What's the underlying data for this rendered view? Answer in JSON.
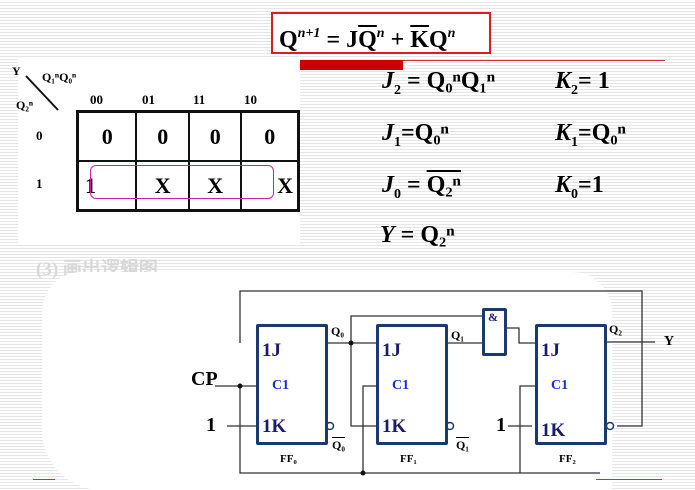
{
  "formula": {
    "lhs": "Q",
    "lhs_sup": "n+1",
    "rhs": "= JQ̄ⁿ + K̄Qⁿ",
    "parts": [
      "= J",
      "Q",
      "n",
      " + ",
      "K",
      "Q",
      "n"
    ]
  },
  "kmap": {
    "output": "Y",
    "col_var": "Q₁ⁿQ₀ⁿ",
    "row_var": "Q₂ⁿ",
    "col_headers": [
      "00",
      "01",
      "11",
      "10"
    ],
    "row_headers": [
      "0",
      "1"
    ],
    "cells": [
      [
        "0",
        "0",
        "0",
        "0"
      ],
      [
        "1",
        "X",
        "X",
        "X"
      ]
    ],
    "group_color": "#cc22aa"
  },
  "equations": {
    "j2": {
      "lhs": "J",
      "sub": "2",
      "rhs": "= Q₀ⁿQ₁ⁿ"
    },
    "k2": {
      "lhs": "K",
      "sub": "2",
      "rhs": "= 1"
    },
    "j1": {
      "lhs": "J",
      "sub": "1",
      "rhs": "=Q₀ⁿ"
    },
    "k1": {
      "lhs": "K",
      "sub": "1",
      "rhs": "=Q₀ⁿ"
    },
    "j0": {
      "lhs": "J",
      "sub": "0",
      "rhs_prefix": "= ",
      "rhs_over": "Q₂ⁿ"
    },
    "k0": {
      "lhs": "K",
      "sub": "0",
      "rhs": "=1"
    },
    "y": {
      "lhs": "Y",
      "rhs": "= Q₂ⁿ"
    }
  },
  "section_title": "(3)  画出逻辑图",
  "circuit": {
    "cp_label": "CP",
    "one_label": "1",
    "y_label": "Y",
    "and_gate": "&",
    "pins": {
      "j": "1J",
      "c": "C1",
      "k": "1K"
    },
    "flipflops": [
      {
        "name": "FF₀",
        "q": "Q₀",
        "qbar": "Q₀"
      },
      {
        "name": "FF₁",
        "q": "Q₁",
        "qbar": "Q₁"
      },
      {
        "name": "FF₂",
        "q": "Q₂",
        "qbar": ""
      }
    ],
    "wire_color": "#333333",
    "box_color": "#1a3a6e"
  }
}
